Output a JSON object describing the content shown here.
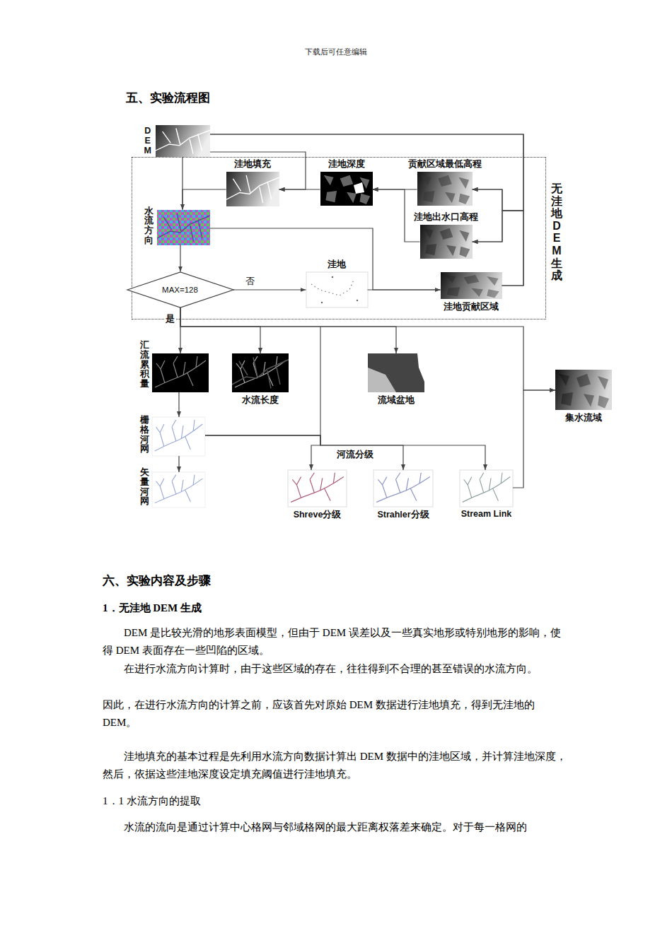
{
  "diagram": {
    "title": "五、实验流程图",
    "nodes": [
      {
        "text": [
          "DEM"
        ]
      },
      {
        "text": [
          "无洼地DEM生成"
        ]
      },
      {
        "text": [
          "洼地填充"
        ],
        "in": 1
      },
      {
        "text": [
          "洼地深度"
        ],
        "in": 1
      },
      {
        "text": [
          "贡献区域最低高程"
        ],
        "in": 1
      },
      {
        "text": [
          "水流方向"
        ],
        "in": 1
      },
      {
        "text": [
          "洼地出水口高程"
        ],
        "in": 1
      },
      {
        "text": [
          "MAX=128"
        ],
        "in": 1
      },
      {
        "text": [
          "洼地"
        ],
        "in": 1
      },
      {
        "text": [
          "洼地贡献区域"
        ],
        "in": 1
      },
      {
        "text": [
          "汇流累积量"
        ]
      },
      {
        "text": [
          "水流长度"
        ]
      },
      {
        "text": [
          "流域盆地"
        ]
      },
      {
        "text": [
          "集水流域"
        ]
      },
      {
        "text": [
          "栅格河网"
        ]
      },
      {
        "text": [
          "矢量河网"
        ]
      },
      {
        "text": [
          "Shreve分级"
        ]
      },
      {
        "text": [
          "Strahler分级"
        ]
      },
      {
        "text": [
          "Stream Link"
        ]
      }
    ],
    "edges": [
      {
        "from": 0,
        "to": 5,
        "arrow": "to"
      },
      {
        "from": 0,
        "to": 2,
        "arrow": "to"
      },
      {
        "from": 3,
        "to": 2,
        "arrow": "to"
      },
      {
        "from": 2,
        "to": 5,
        "arrow": "to"
      },
      {
        "from": 0,
        "to": 4,
        "arrow": "to"
      },
      {
        "from": 0,
        "to": 6,
        "arrow": "to"
      },
      {
        "from": 9,
        "to": 4,
        "arrow": "to"
      },
      {
        "from": 9,
        "to": 6,
        "arrow": "to"
      },
      {
        "from": 4,
        "to": 3,
        "arrow": "to"
      },
      {
        "from": 6,
        "to": 3,
        "arrow": "to"
      },
      {
        "from": 5,
        "to": 7,
        "arrow": "to"
      },
      {
        "from": 7,
        "to": 8,
        "label": "否",
        "arrow": "to"
      },
      {
        "from": 8,
        "to": 9,
        "arrow": "to"
      },
      {
        "from": 5,
        "to": 9,
        "arrow": "to"
      },
      {
        "from": 7,
        "to": 10,
        "label": "是",
        "arrow": "to"
      },
      {
        "from": 7,
        "to": 11,
        "arrow": "to"
      },
      {
        "from": 7,
        "to": 12,
        "arrow": "to"
      },
      {
        "from": 7,
        "to": 13,
        "arrow": "to"
      },
      {
        "from": 10,
        "to": 14,
        "arrow": "to"
      },
      {
        "from": 14,
        "to": 15,
        "arrow": "to"
      },
      {
        "from": 14,
        "to": 16,
        "arrow": "to"
      },
      {
        "from": 14,
        "to": 17,
        "label": "河流分级",
        "arrow": "to"
      },
      {
        "from": 14,
        "to": 18,
        "arrow": "to"
      },
      {
        "from": 18,
        "to": 13,
        "arrow": "to"
      }
    ],
    "labels": [
      "下载后可任意编辑",
      "六、实验内容及步骤",
      "1．无洼地 DEM 生成",
      "DEM 是比较光滑的地形表面模型，但由于 DEM 误差以及一些真实地形或特别地形的影响，使得 DEM 表面存在一些凹陷的区域。",
      "在进行水流方向计算时，由于这些区域的存在，往往得到不合理的甚至错误的水流方向。",
      "因此，在进行水流方向的计算之前，应该首先对原始 DEM 数据进行洼地填充，得到无洼地的 DEM。",
      "洼地填充的基本过程是先利用水流方向数据计算出 DEM 数据中的洼地区域，并计算洼地深度，然后，依据这些洼地深度设定填充阈值进行洼地填充。",
      "1．1 水流方向的提取",
      "水流的流向是通过计算中心格网与邻域格网的最大距离权落差来确定。对于每一格网的"
    ]
  }
}
